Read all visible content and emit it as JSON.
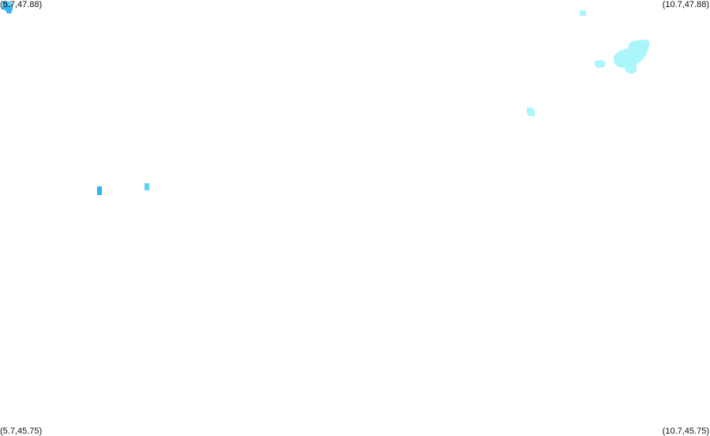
{
  "map": {
    "corners": {
      "top_left": "(5.7,47.88)",
      "top_right": "(10.7,47.88)",
      "bottom_left": "(5.7,45.75)",
      "bottom_right": "(10.7,45.75)"
    },
    "colors": {
      "background": "#ffffff",
      "light_cyan": "#aaf6fb",
      "sky_blue": "#5cd1f2",
      "medium_blue": "#35b4ee"
    }
  }
}
